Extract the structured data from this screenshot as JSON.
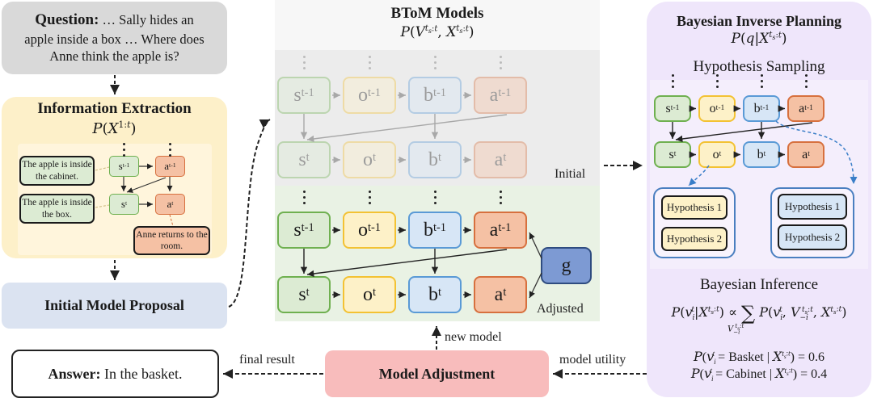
{
  "question": {
    "label": "Question:",
    "text_line1": "… Sally hides an",
    "text_line2": "apple inside a box … Where does",
    "text_line3": "Anne think the apple is?"
  },
  "info_extraction": {
    "title": "Information Extraction",
    "formula": "P(X^{1:t})",
    "notes": [
      {
        "text": "The apple is inside the cabinet."
      },
      {
        "text": "The apple is inside the box."
      },
      {
        "text": "Anne returns to the room."
      }
    ],
    "nodes": {
      "s_prev": "s",
      "a_prev": "a",
      "s_cur": "s",
      "a_cur": "a",
      "sup_prev": "t-1",
      "sup_cur": "t"
    }
  },
  "initial_model_proposal": {
    "label": "Initial Model Proposal"
  },
  "answer": {
    "label": "Answer:",
    "text": "In the basket."
  },
  "btom": {
    "title": "BToM Models",
    "formula": "P(V^{ts:t}, X^{ts:t})",
    "initial_label": "Initial",
    "adjusted_label": "Adjusted",
    "variables": [
      "s",
      "o",
      "b",
      "a"
    ],
    "sup_prev": "t-1",
    "sup_cur": "t",
    "goal": "g"
  },
  "model_adjustment": {
    "label": "Model Adjustment"
  },
  "edge_labels": {
    "final_result": "final result",
    "new_model": "new model",
    "model_utility": "model utility"
  },
  "bip": {
    "title": "Bayesian Inverse Planning",
    "formula": "P(q|X^{ts:t})",
    "hypothesis_sampling": "Hypothesis Sampling",
    "hyp_group_observation": [
      "Hypothesis 1",
      "Hypothesis 2"
    ],
    "hyp_group_belief": [
      "Hypothesis 1",
      "Hypothesis 2"
    ],
    "bayesian_inference": "Bayesian Inference",
    "inference_formula": "P(v_i^t | X^{ts:t}) ∝ Σ_{V_{-i}^{ts:t}} P(v_i^t, V_{-i}^{ts:t}, X^{ts:t})",
    "results": [
      {
        "value_label": "Basket",
        "probability": "0.6"
      },
      {
        "value_label": "Cabinet",
        "probability": "0.4"
      }
    ]
  },
  "colors": {
    "state": "#6fb050",
    "observation": "#f3c233",
    "belief": "#5a9ad6",
    "action": "#d7703e",
    "goal": "#2f4c80",
    "question_bg": "#d9d9d9",
    "info_bg": "#fdf0c9",
    "proposal_bg": "#dbe3f1",
    "adjust_bg": "#f8bcbc",
    "bip_bg": "#efe6fb"
  }
}
